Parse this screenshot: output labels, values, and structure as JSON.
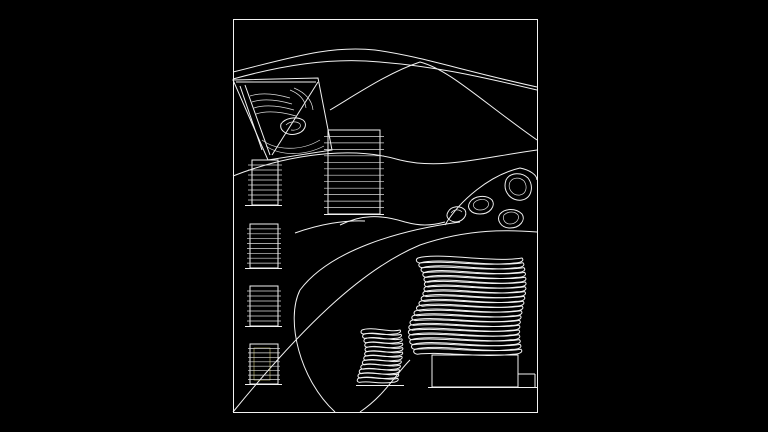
{
  "canvas": {
    "background": "#000000",
    "line_color": "#f2f2f2",
    "accent_color": "#c8c26a"
  },
  "sheet": {
    "frame": "cad-drawing-sheet",
    "contents": [
      "terrain-contour-lines",
      "site-plan-wedge",
      "tower-elevations-column",
      "slab-tower-elevation",
      "organic-building-plans",
      "twisted-tower-perspective-large",
      "twisted-tower-perspective-small"
    ]
  }
}
